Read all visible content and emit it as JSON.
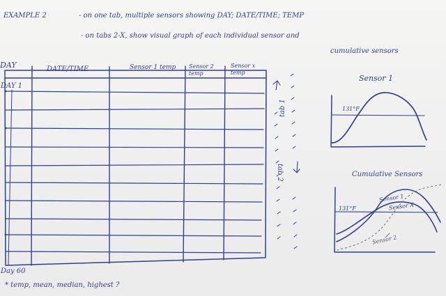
{
  "notes": {
    "title": "EXAMPLE 2",
    "line1": "- on one tab, multiple sensors showing DAY; DATE/TIME; TEMP",
    "line2a": "- on tabs 2-X, show visual graph of each individual sensor and",
    "line2b": "cumulative sensors",
    "footnote": "* temp, mean, median, highest ?"
  },
  "table": {
    "headers": [
      "DAY",
      "DATE/TIME",
      "Sensor 1 temp",
      "Sensor 2 temp",
      "Sensor x temp"
    ],
    "first_day": "DAY 1",
    "last_day": "Day 60"
  },
  "tabs": {
    "tab1": "tab 1",
    "tab2": "tab 2"
  },
  "graph1": {
    "title": "Sensor 1",
    "threshold_label": "131°F"
  },
  "graph2": {
    "title": "Cumulative Sensors",
    "threshold_label": "131°F",
    "series_labels": [
      "Sensor 1",
      "Sensor X",
      "Sensor 2"
    ]
  },
  "colors": {
    "ink": "#2f3f8c",
    "ink_gray": "#7f7f7f",
    "paper": "#f1f1f1"
  }
}
